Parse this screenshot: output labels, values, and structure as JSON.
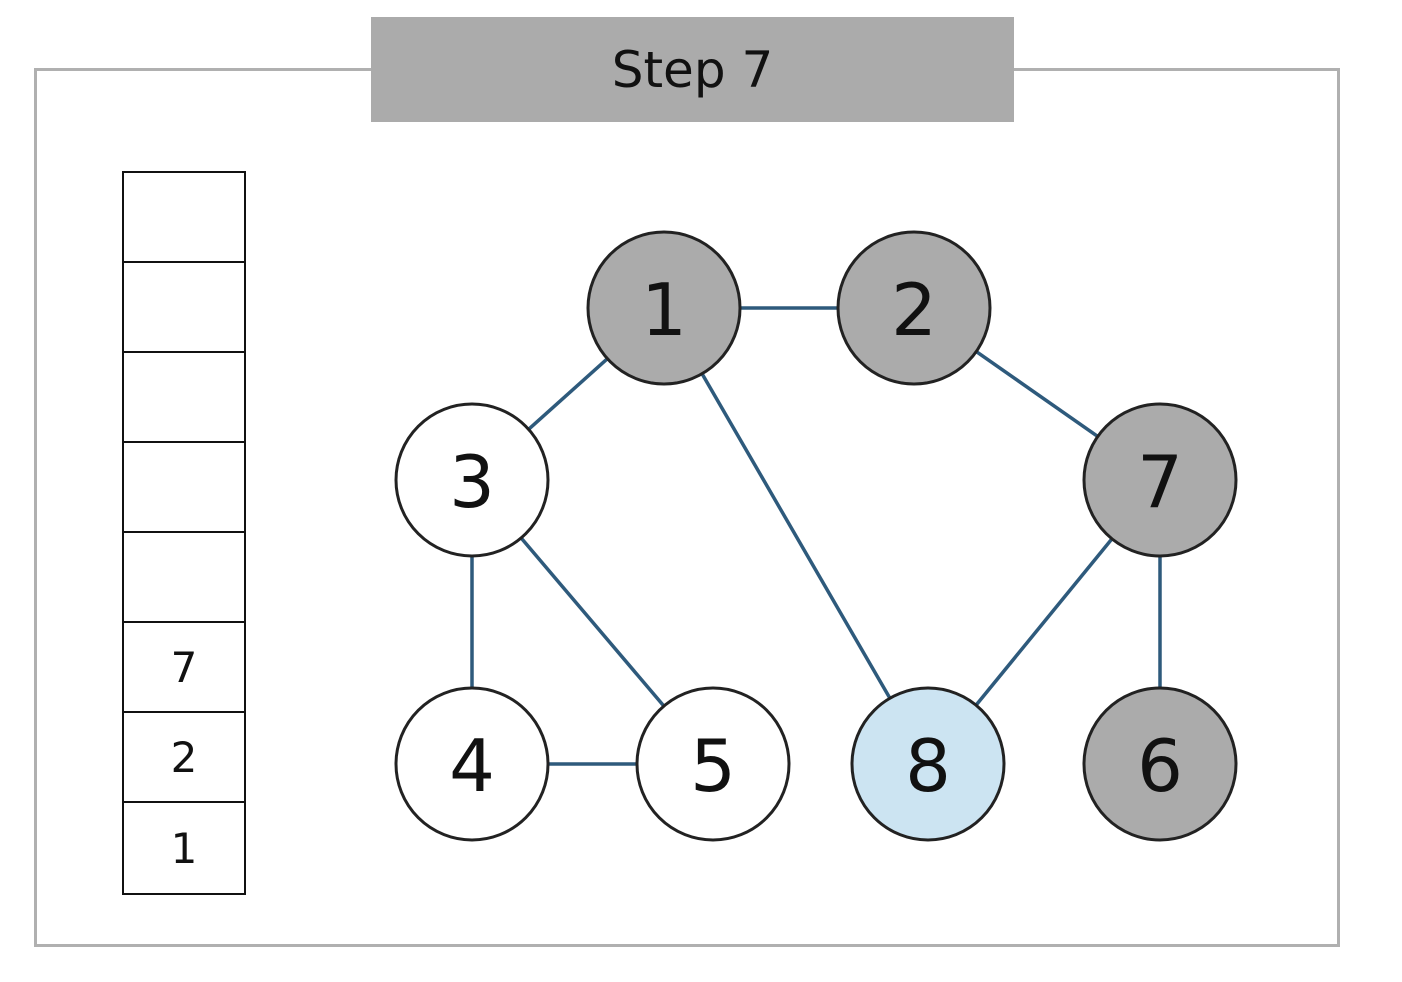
{
  "title": "Step 7",
  "stack": {
    "cells": [
      "",
      "",
      "",
      "",
      "",
      "7",
      "2",
      "1"
    ]
  },
  "graph": {
    "nodes": [
      {
        "id": "1",
        "label": "1",
        "state": "visited"
      },
      {
        "id": "2",
        "label": "2",
        "state": "visited"
      },
      {
        "id": "3",
        "label": "3",
        "state": "unvisited"
      },
      {
        "id": "7",
        "label": "7",
        "state": "visited"
      },
      {
        "id": "4",
        "label": "4",
        "state": "unvisited"
      },
      {
        "id": "5",
        "label": "5",
        "state": "unvisited"
      },
      {
        "id": "8",
        "label": "8",
        "state": "current"
      },
      {
        "id": "6",
        "label": "6",
        "state": "visited"
      }
    ],
    "edges": [
      [
        "1",
        "2"
      ],
      [
        "1",
        "3"
      ],
      [
        "1",
        "8"
      ],
      [
        "2",
        "7"
      ],
      [
        "3",
        "4"
      ],
      [
        "3",
        "5"
      ],
      [
        "4",
        "5"
      ],
      [
        "7",
        "8"
      ],
      [
        "7",
        "6"
      ]
    ]
  },
  "colors": {
    "visited": "#ababab",
    "unvisited": "#ffffff",
    "current": "#cce4f2",
    "edge": "#2e5a7c",
    "node_border": "#222222"
  }
}
